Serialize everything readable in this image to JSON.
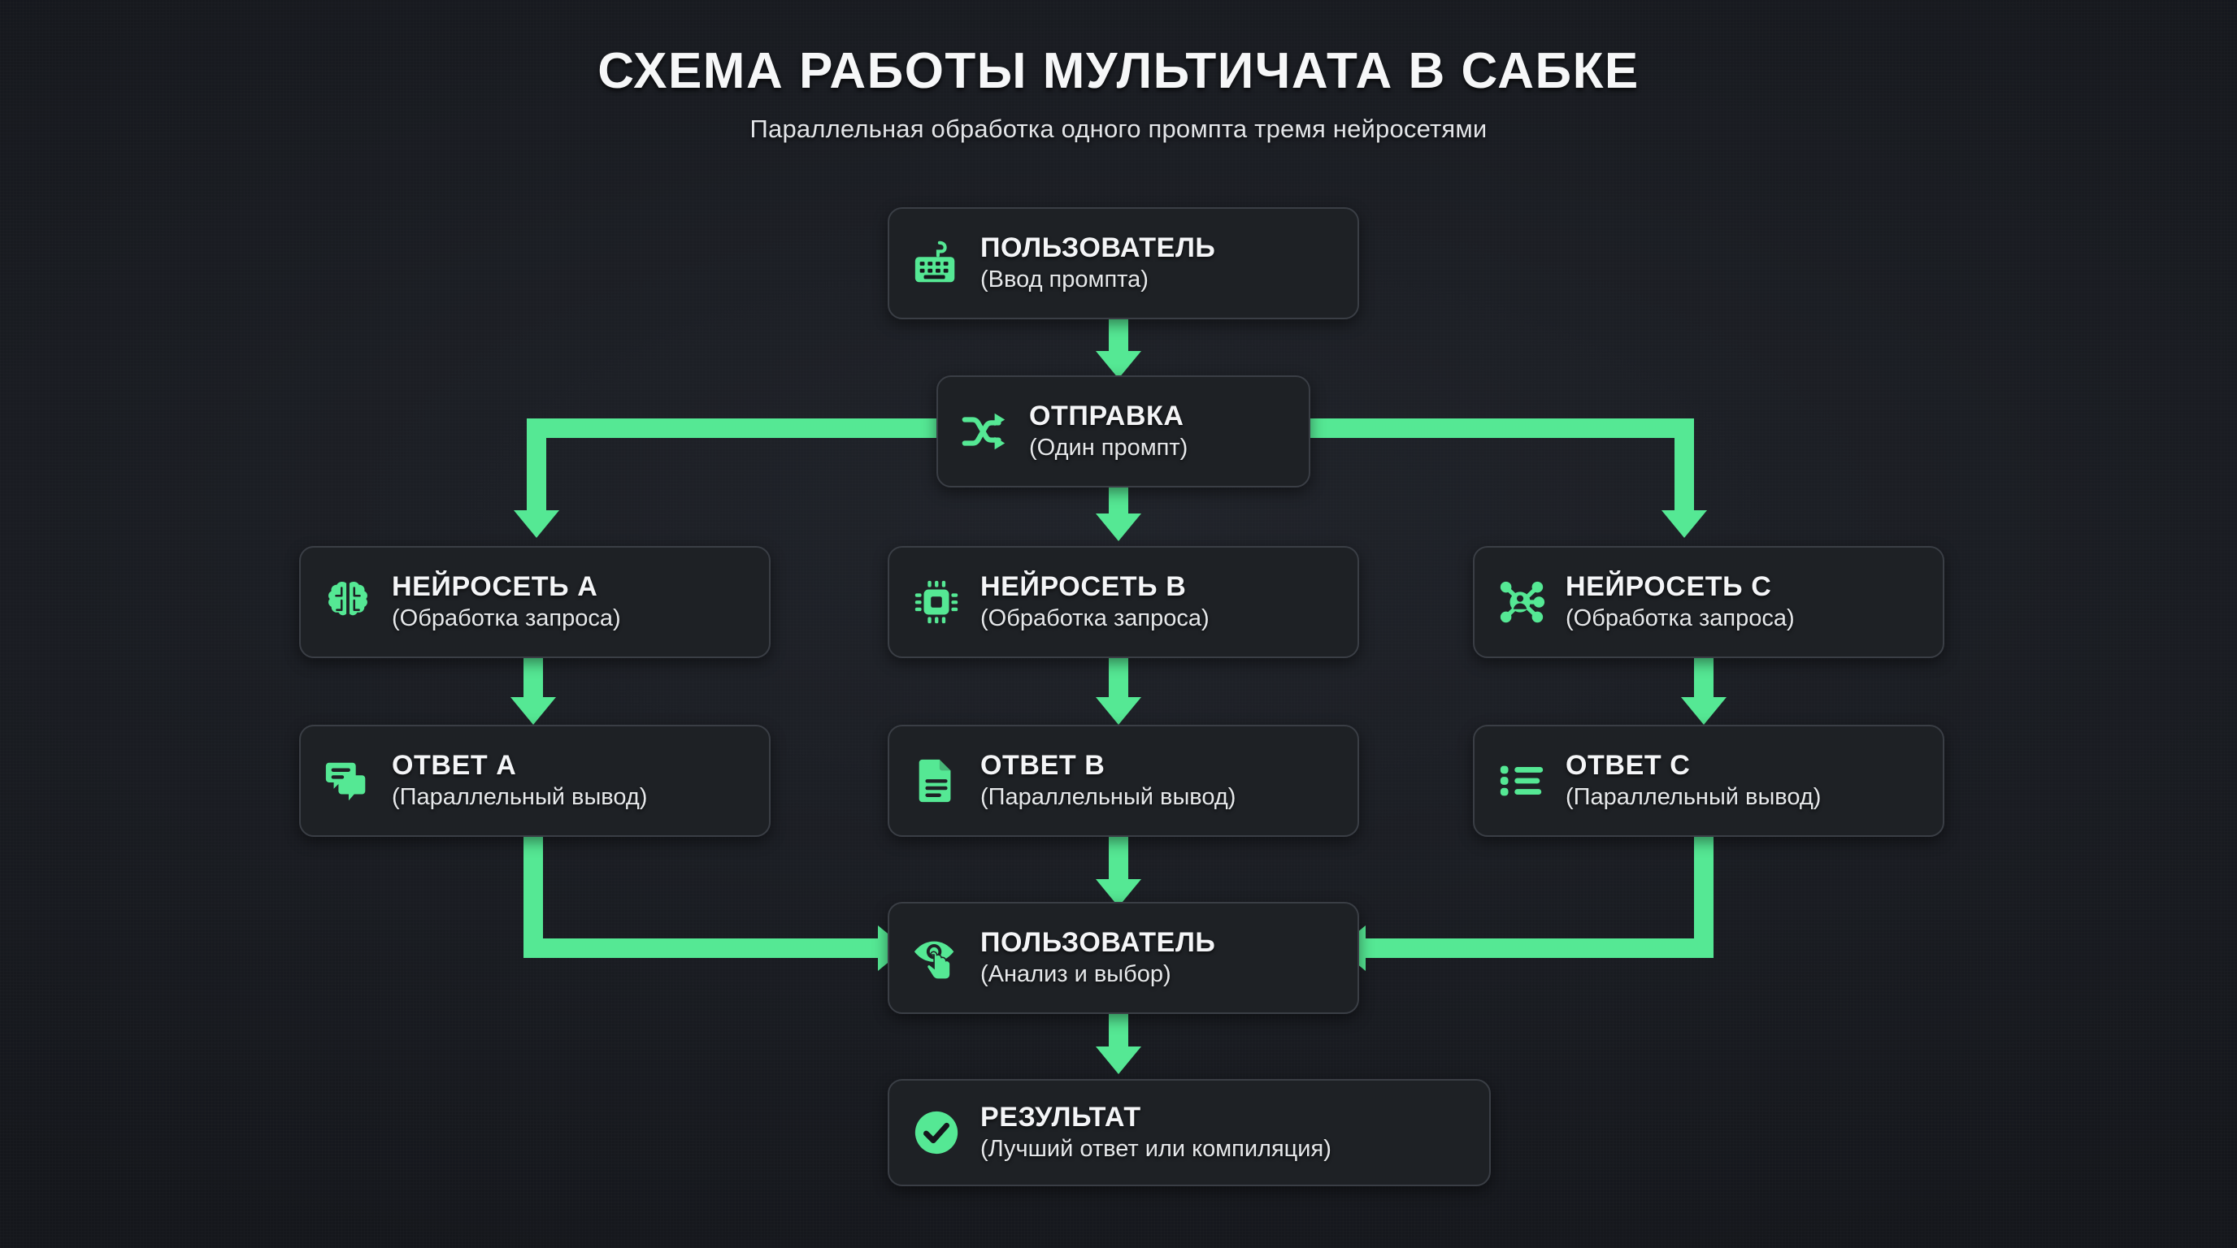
{
  "header": {
    "title": "СХЕМА РАБОТЫ МУЛЬТИЧАТА В САБКЕ",
    "subtitle": "Параллельная обработка одного промпта тремя нейросетями"
  },
  "colors": {
    "accent_green": "#55e894",
    "page_background": "#15171c",
    "card_background": "#1e2125",
    "card_border": "#3a3e45",
    "title_text": "#f6f7f8"
  },
  "nodes": {
    "user_input": {
      "title": "ПОЛЬЗОВАТЕЛЬ",
      "subtitle": "(Ввод промпта)",
      "icon": "keyboard-icon"
    },
    "send": {
      "title": "ОТПРАВКА",
      "subtitle": "(Один промпт)",
      "icon": "shuffle-arrows-icon"
    },
    "network_a": {
      "title": "НЕЙРОСЕТЬ A",
      "subtitle": "(Обработка запроса)",
      "icon": "brain-icon"
    },
    "network_b": {
      "title": "НЕЙРОСЕТЬ B",
      "subtitle": "(Обработка запроса)",
      "icon": "cpu-chip-icon"
    },
    "network_c": {
      "title": "НЕЙРОСЕТЬ C",
      "subtitle": "(Обработка запроса)",
      "icon": "network-nodes-icon"
    },
    "answer_a": {
      "title": "ОТВЕТ A",
      "subtitle": "(Параллельный вывод)",
      "icon": "chat-bubbles-icon"
    },
    "answer_b": {
      "title": "ОТВЕТ B",
      "subtitle": "(Параллельный вывод)",
      "icon": "document-icon"
    },
    "answer_c": {
      "title": "ОТВЕТ C",
      "subtitle": "(Параллельный вывод)",
      "icon": "bullet-list-icon"
    },
    "user_review": {
      "title": "ПОЛЬЗОВАТЕЛЬ",
      "subtitle": "(Анализ и выбор)",
      "icon": "eye-pointer-icon"
    },
    "result": {
      "title": "РЕЗУЛЬТАТ",
      "subtitle": "(Лучший ответ или компиляция)",
      "icon": "check-circle-icon"
    }
  },
  "chart_data": {
    "type": "diagram",
    "title": "СХЕМА РАБОТЫ МУЛЬТИЧАТА В САБКЕ",
    "subtitle": "Параллельная обработка одного промпта тремя нейросетями",
    "orientation": "top-to-bottom",
    "levels": [
      [
        "ПОЛЬЗОВАТЕЛЬ (Ввод промпта)"
      ],
      [
        "ОТПРАВКА (Один промпт)"
      ],
      [
        "НЕЙРОСЕТЬ A (Обработка запроса)",
        "НЕЙРОСЕТЬ B (Обработка запроса)",
        "НЕЙРОСЕТЬ C (Обработка запроса)"
      ],
      [
        "ОТВЕТ A (Параллельный вывод)",
        "ОТВЕТ B (Параллельный вывод)",
        "ОТВЕТ C (Параллельный вывод)"
      ],
      [
        "ПОЛЬЗОВАТЕЛЬ (Анализ и выбор)"
      ],
      [
        "РЕЗУЛЬТАТ (Лучший ответ или компиляция)"
      ]
    ],
    "edges": [
      {
        "from": "ПОЛЬЗОВАТЕЛЬ (Ввод промпта)",
        "to": "ОТПРАВКА (Один промпт)"
      },
      {
        "from": "ОТПРАВКА (Один промпт)",
        "to": "НЕЙРОСЕТЬ A (Обработка запроса)"
      },
      {
        "from": "ОТПРАВКА (Один промпт)",
        "to": "НЕЙРОСЕТЬ B (Обработка запроса)"
      },
      {
        "from": "ОТПРАВКА (Один промпт)",
        "to": "НЕЙРОСЕТЬ C (Обработка запроса)"
      },
      {
        "from": "НЕЙРОСЕТЬ A (Обработка запроса)",
        "to": "ОТВЕТ A (Параллельный вывод)"
      },
      {
        "from": "НЕЙРОСЕТЬ B (Обработка запроса)",
        "to": "ОТВЕТ B (Параллельный вывод)"
      },
      {
        "from": "НЕЙРОСЕТЬ C (Обработка запроса)",
        "to": "ОТВЕТ C (Параллельный вывод)"
      },
      {
        "from": "ОТВЕТ A (Параллельный вывод)",
        "to": "ПОЛЬЗОВАТЕЛЬ (Анализ и выбор)"
      },
      {
        "from": "ОТВЕТ B (Параллельный вывод)",
        "to": "ПОЛЬЗОВАТЕЛЬ (Анализ и выбор)"
      },
      {
        "from": "ОТВЕТ C (Параллельный вывод)",
        "to": "ПОЛЬЗОВАТЕЛЬ (Анализ и выбор)"
      },
      {
        "from": "ПОЛЬЗОВАТЕЛЬ (Анализ и выбор)",
        "to": "РЕЗУЛЬТАТ (Лучший ответ или компиляция)"
      }
    ]
  }
}
